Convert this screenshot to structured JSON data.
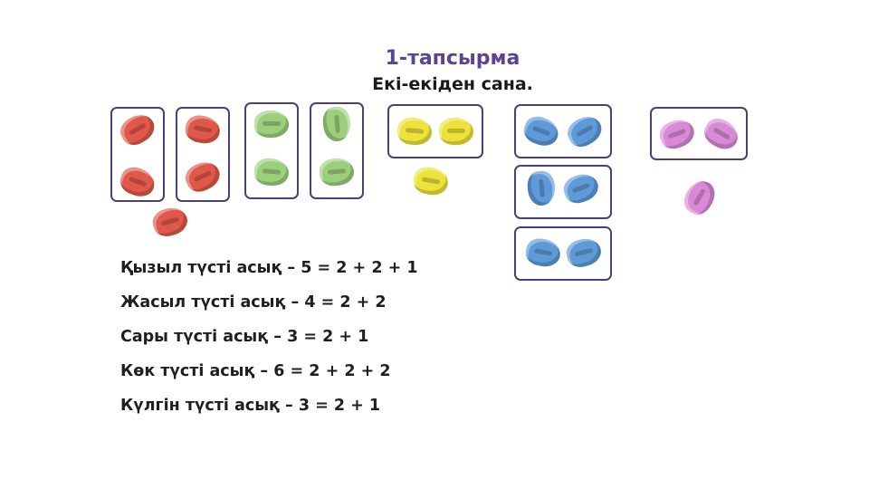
{
  "header": {
    "title": "1-тапсырма",
    "subtitle": "Екі-екіден сана."
  },
  "colors": {
    "title": "#5b4493",
    "box_border": "#4a3f78",
    "red": "#e0584a",
    "green": "#9ccf7c",
    "yellow": "#ece23a",
    "blue": "#5f9ad8",
    "pink": "#d98ad6"
  },
  "equations": [
    "Қызыл түсті асық – 5 = 2 + 2 + 1",
    "Жасыл түсті асық – 4 = 2 + 2",
    "Сары түсті асық – 3 = 2 + 1",
    "Көк түсті асық – 6 = 2 + 2 + 2",
    "Күлгін түсті асық – 3 = 2 + 1"
  ],
  "groups": [
    {
      "color": "red",
      "count": 5,
      "grouped_pairs": 2,
      "remainder": 1
    },
    {
      "color": "green",
      "count": 4,
      "grouped_pairs": 2,
      "remainder": 0
    },
    {
      "color": "yellow",
      "count": 3,
      "grouped_pairs": 1,
      "remainder": 1
    },
    {
      "color": "blue",
      "count": 6,
      "grouped_pairs": 3,
      "remainder": 0
    },
    {
      "color": "pink",
      "count": 3,
      "grouped_pairs": 1,
      "remainder": 1
    }
  ]
}
